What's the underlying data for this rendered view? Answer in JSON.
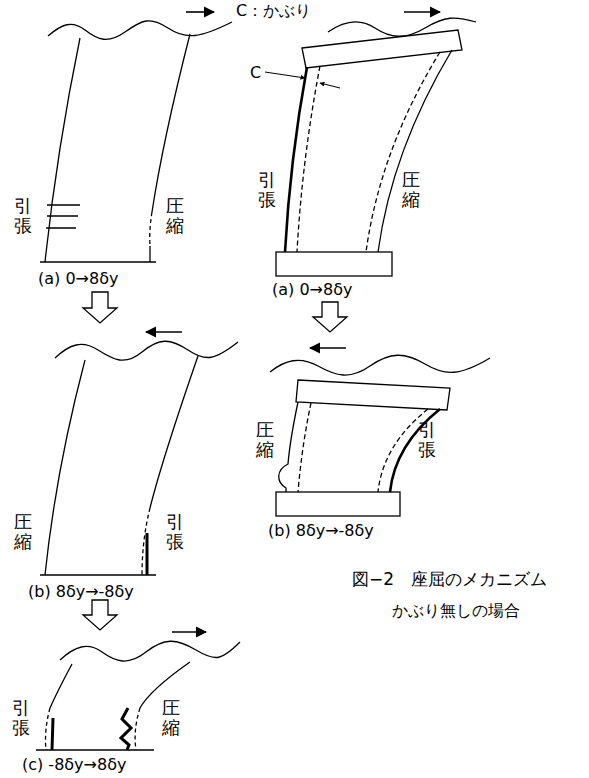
{
  "diagram": {
    "caption": "図−2　座屈のメカニズム",
    "labels": [
      "引張",
      "圧縮",
      "(a) 0→8δy",
      "圧縮",
      "引張",
      "(b) 8δy→-8δy",
      "引張",
      "圧縮",
      "(c) -8δy→8δy",
      "C：かぶり",
      "C",
      "引張",
      "圧縮",
      "(a) 0→8δy",
      "圧縮",
      "引張",
      "(b) 8δy→-8δy",
      "かぶり無しの場合"
    ]
  }
}
